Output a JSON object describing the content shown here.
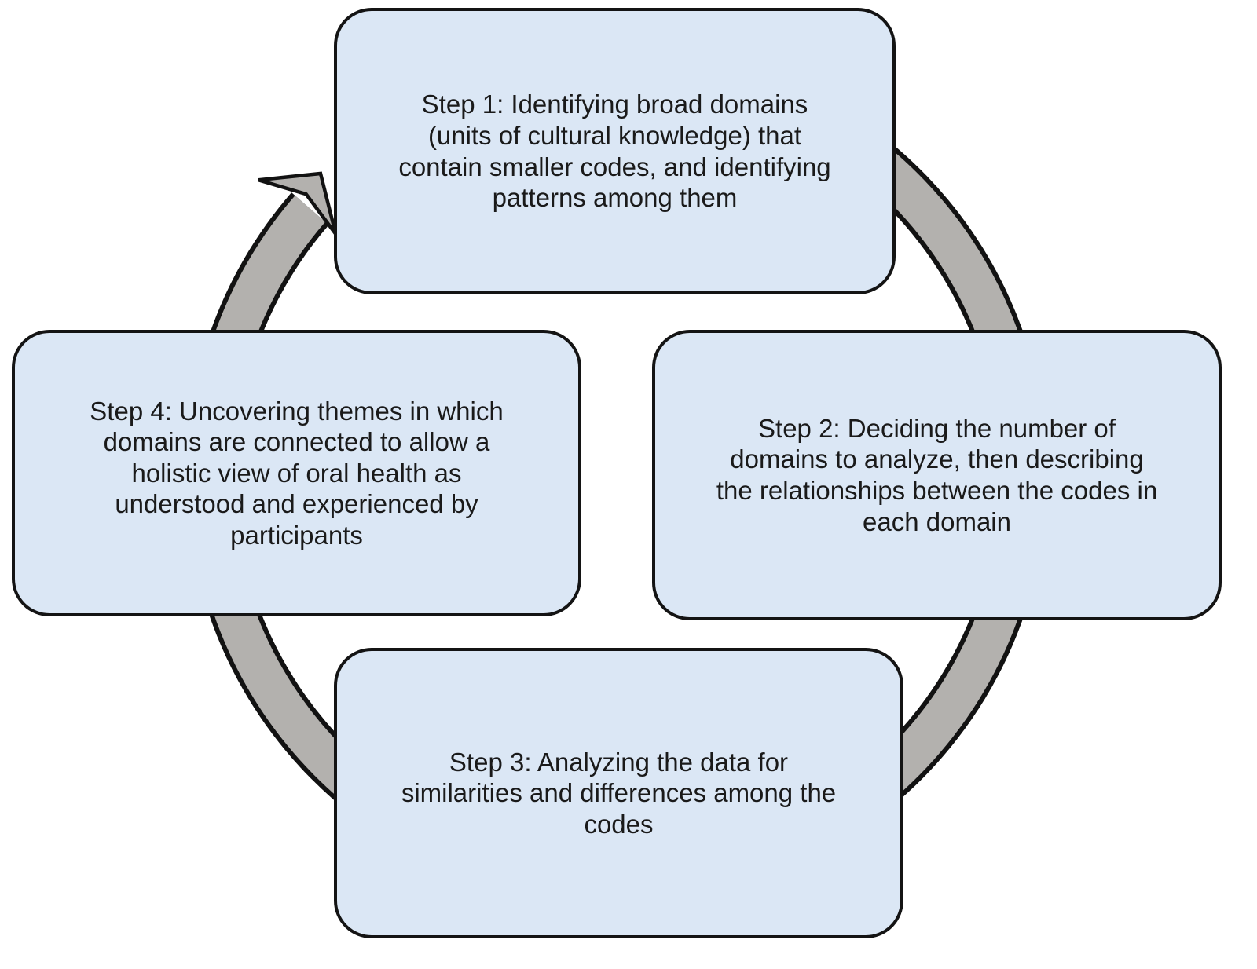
{
  "figure": {
    "kind": "cycle-diagram",
    "direction": "clockwise",
    "steps": [
      {
        "id": "step-1",
        "lines": [
          "Step 1: Identifying broad domains",
          "(units of cultural knowledge) that",
          "contain smaller codes, and identifying",
          "patterns among them"
        ]
      },
      {
        "id": "step-2",
        "lines": [
          "Step 2: Deciding the number of",
          "domains to analyze, then describing",
          "the relationships between the codes in",
          "each domain"
        ]
      },
      {
        "id": "step-3",
        "lines": [
          "Step 3: Analyzing the data for",
          "similarities and differences among the",
          "codes"
        ]
      },
      {
        "id": "step-4",
        "lines": [
          "Step 4: Uncovering themes in which",
          "domains are connected to allow a",
          "holistic view of oral health as",
          "understood and experienced by",
          "participants"
        ]
      }
    ]
  },
  "colors": {
    "box_fill": "#dbe7f5",
    "box_border": "#141414",
    "arrow_fill": "#b3b1ae",
    "arrow_outline": "#121212",
    "text_color": "#1a1a1a",
    "background": "#ffffff"
  }
}
